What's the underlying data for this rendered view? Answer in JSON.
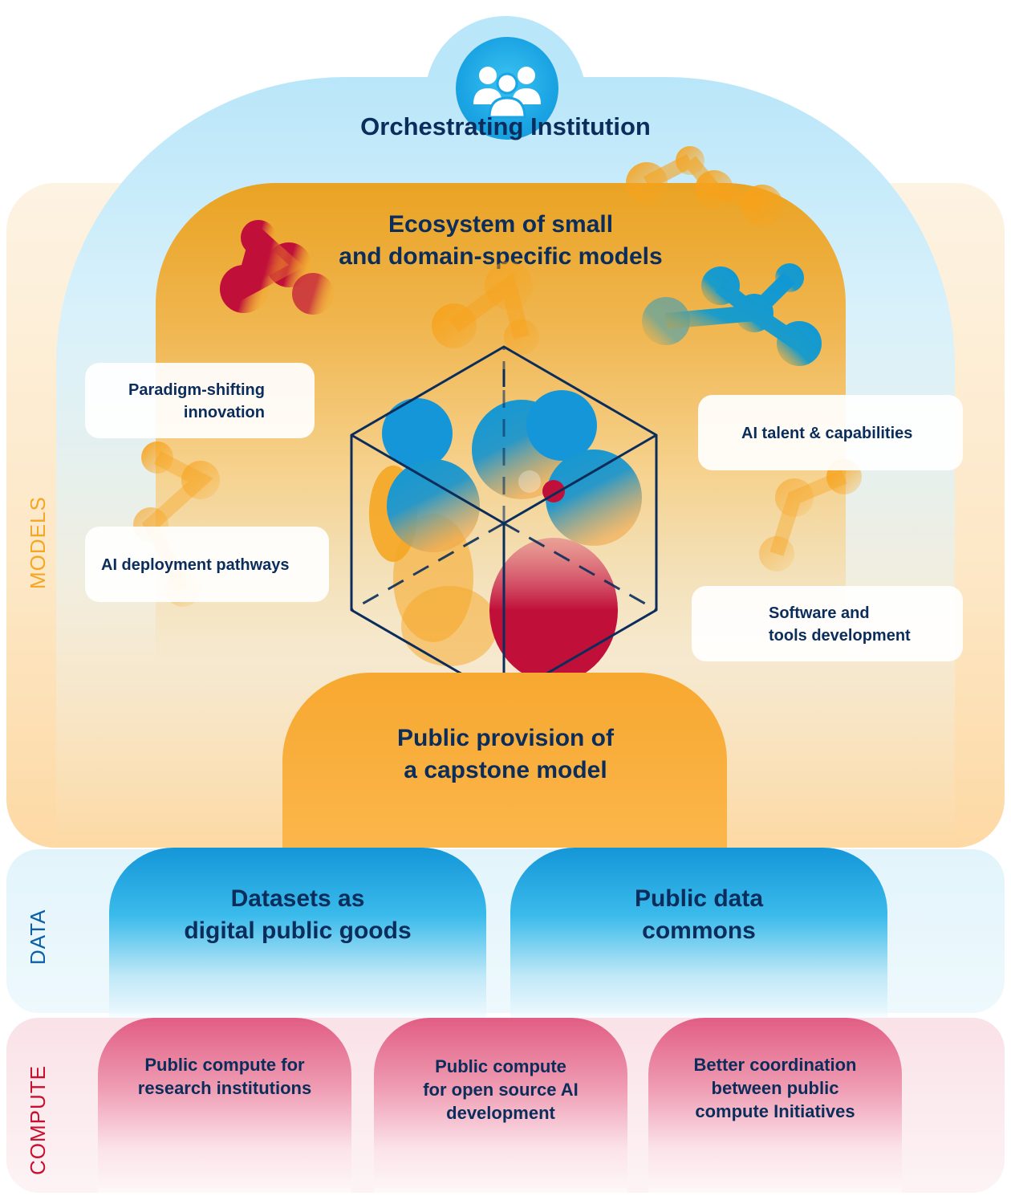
{
  "orchestrating_institution": {
    "title": "Orchestrating Institution"
  },
  "ecosystem": {
    "title_line1": "Ecosystem of small",
    "title_line2": "and domain-specific models"
  },
  "capstone": {
    "title_line1": "Public provision of",
    "title_line2": "a capstone model"
  },
  "model_labels": {
    "paradigm_line1": "Paradigm-shifting",
    "paradigm_line2": "innovation",
    "deployment": "AI deployment pathways",
    "talent": "AI talent & capabilities",
    "software_line1": "Software and",
    "software_line2": "tools development"
  },
  "layers": {
    "models": "MODELS",
    "data": "DATA",
    "compute": "COMPUTE"
  },
  "data_cards": [
    {
      "line1": "Datasets as",
      "line2": "digital public goods"
    },
    {
      "line1": "Public data",
      "line2": "commons"
    }
  ],
  "compute_cards": [
    {
      "line1": "Public compute for",
      "line2": "research institutions",
      "line3": ""
    },
    {
      "line1": "Public compute",
      "line2": "for open source AI",
      "line3": "development"
    },
    {
      "line1": "Better coordination",
      "line2": "between public",
      "line3": "compute Initiatives"
    }
  ],
  "colors": {
    "navy": "#0b2d5b",
    "models_orange": "#f5a623",
    "data_blue": "#1aa0de",
    "compute_red": "#c8102e",
    "crimson_blob": "#c0103a"
  },
  "icons": {
    "institution": "group-people-icon"
  }
}
